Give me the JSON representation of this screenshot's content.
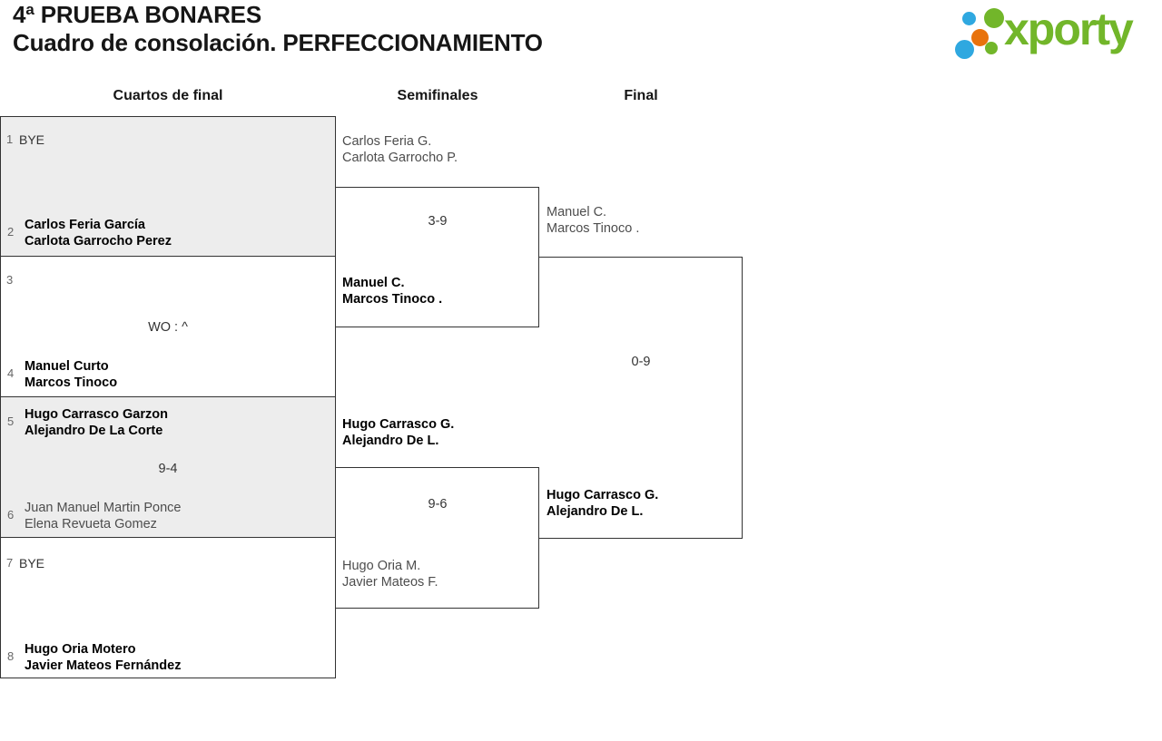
{
  "meta": {
    "page_bg": "#ffffff",
    "border_color": "#333333",
    "shaded_box_bg": "#ededed",
    "winner_text_color": "#000000",
    "loser_text_color": "#4d4d4d",
    "seed_text_color": "#666666"
  },
  "header": {
    "title_line1": "4ª PRUEBA BONARES",
    "title_line2": "Cuadro de consolación. PERFECCIONAMIENTO"
  },
  "logo": {
    "text": "xporty",
    "green": "#72b62a",
    "blue": "#2fa8e0",
    "orange": "#e8720c"
  },
  "round_headers": {
    "quarterfinals": "Cuartos de final",
    "semifinals": "Semifinales",
    "final": "Final"
  },
  "quarterfinals": [
    {
      "top": {
        "seed": "1",
        "line1": "BYE",
        "line2": "",
        "winner": false
      },
      "score": "",
      "bottom": {
        "seed": "2",
        "line1": "Carlos Feria García",
        "line2": "Carlota Garrocho Perez",
        "winner": true
      }
    },
    {
      "top": {
        "seed": "3",
        "line1": "",
        "line2": "",
        "winner": false
      },
      "score": "WO : ^",
      "bottom": {
        "seed": "4",
        "line1": "Manuel Curto",
        "line2": "Marcos Tinoco",
        "winner": true
      }
    },
    {
      "top": {
        "seed": "5",
        "line1": "Hugo Carrasco Garzon",
        "line2": "Alejandro De La Corte",
        "winner": true
      },
      "score": "9-4",
      "bottom": {
        "seed": "6",
        "line1": "Juan Manuel Martin Ponce",
        "line2": "Elena Revueta Gomez",
        "winner": false
      }
    },
    {
      "top": {
        "seed": "7",
        "line1": "BYE",
        "line2": "",
        "winner": false
      },
      "score": "",
      "bottom": {
        "seed": "8",
        "line1": "Hugo Oria Motero",
        "line2": "Javier Mateos Fernández",
        "winner": true
      }
    }
  ],
  "semifinals": [
    {
      "top": {
        "line1": "Carlos Feria G.",
        "line2": "Carlota Garrocho P.",
        "winner": false
      },
      "score": "3-9",
      "bottom": {
        "line1": "Manuel C.",
        "line2": "Marcos Tinoco .",
        "winner": true
      }
    },
    {
      "top": {
        "line1": "Hugo Carrasco G.",
        "line2": "Alejandro De L.",
        "winner": true
      },
      "score": "9-6",
      "bottom": {
        "line1": "Hugo Oria M.",
        "line2": "Javier Mateos F.",
        "winner": false
      }
    }
  ],
  "final": {
    "top": {
      "line1": "Manuel C.",
      "line2": "Marcos Tinoco .",
      "winner": false
    },
    "score": "0-9",
    "bottom": {
      "line1": "Hugo Carrasco G.",
      "line2": "Alejandro De L.",
      "winner": true
    }
  }
}
